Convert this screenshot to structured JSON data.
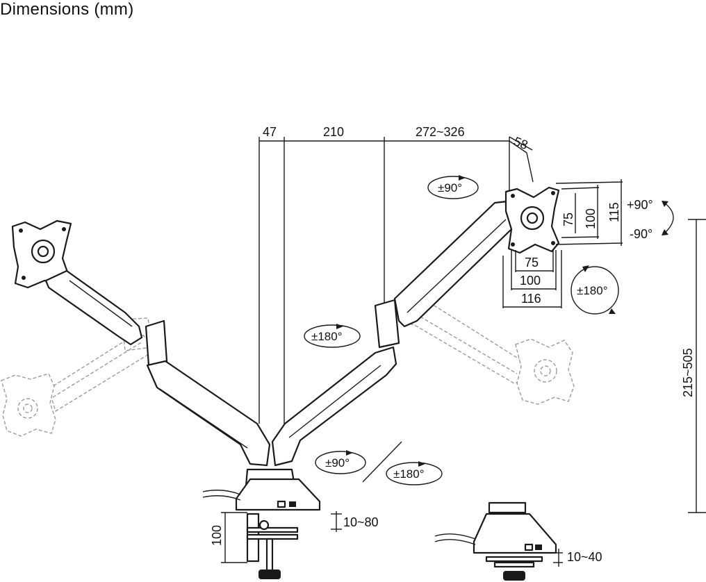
{
  "title": "Dimensions (mm)",
  "dimensions": {
    "top_a": "47",
    "top_b": "210",
    "top_c": "272~326",
    "top_d": "58",
    "vesa_h_75": "75",
    "vesa_h_100": "100",
    "vesa_h_115": "115",
    "vesa_w_75": "75",
    "vesa_w_100": "100",
    "vesa_w_116": "116",
    "height_range": "215~505",
    "clamp_height": "100",
    "clamp_range": "10~80",
    "grommet_range": "10~40"
  },
  "rotations": {
    "arm_top": "±90°",
    "tilt_up": "+90°",
    "tilt_down": "-90°",
    "rotate_head": "±180°",
    "rotate_mid": "±180°",
    "base_swivel_a": "±90°",
    "base_swivel_b": "±180°"
  }
}
